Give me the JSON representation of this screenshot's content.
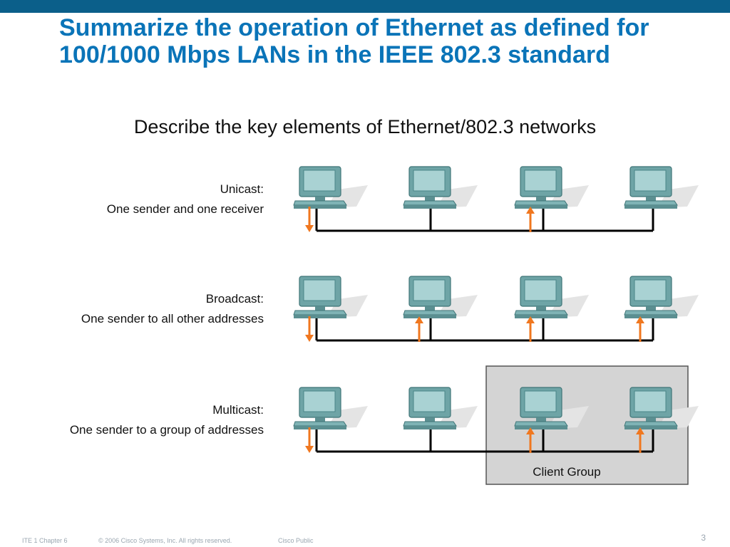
{
  "slide": {
    "title": "Summarize the operation of Ethernet as defined for 100/1000 Mbps LANs in the IEEE 802.3 standard",
    "subtitle": "Describe the key elements of Ethernet/802.3 networks"
  },
  "colors": {
    "brand_bar": "#0b5f8a",
    "title": "#0a74b8",
    "arrow": "#f0771f",
    "bus": "#000000",
    "client_group_fill": "#d4d4d4",
    "computer": "#6ea4a6"
  },
  "rows": [
    {
      "name": "Unicast:",
      "description": "One sender and one receiver",
      "arrows": [
        "down",
        "none",
        "up",
        "none"
      ],
      "client_group": false
    },
    {
      "name": "Broadcast:",
      "description": "One sender to all other addresses",
      "arrows": [
        "down",
        "up",
        "up",
        "up"
      ],
      "client_group": false
    },
    {
      "name": "Multicast:",
      "description": "One sender to a group of addresses",
      "arrows": [
        "down",
        "none",
        "up",
        "up"
      ],
      "client_group": true,
      "client_group_label": "Client Group"
    }
  ],
  "icons": {
    "computer": "computer-icon",
    "arrow_down": "arrow-down-icon",
    "arrow_up": "arrow-up-icon"
  },
  "footer": {
    "chapter": "ITE 1 Chapter 6",
    "copyright": "© 2006 Cisco Systems, Inc. All rights reserved.",
    "classification": "Cisco Public",
    "page": "3"
  }
}
